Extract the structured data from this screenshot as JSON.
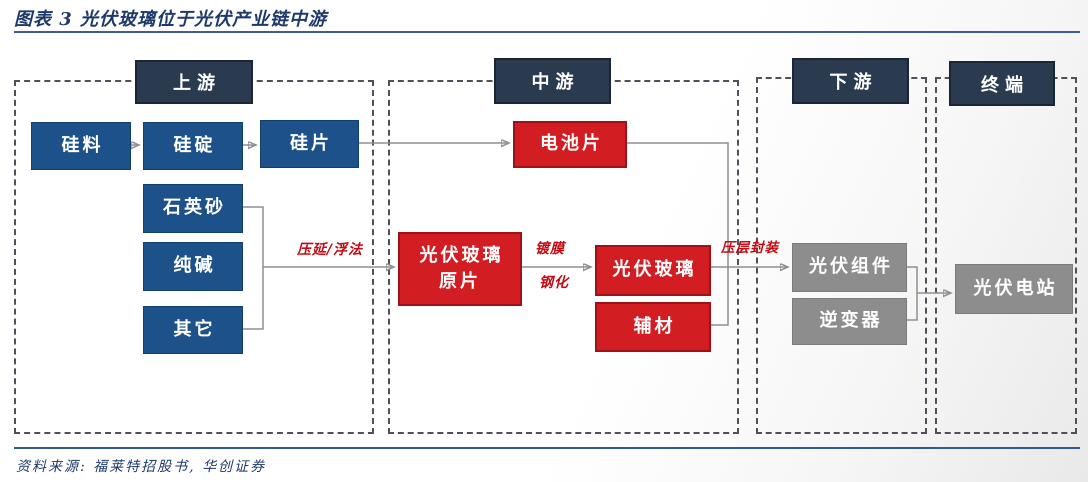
{
  "figure": {
    "title": "图表 3  光伏玻璃位于光伏产业链中游",
    "source": "资料来源: 福莱特招股书, 华创证券"
  },
  "headers": {
    "upstream": "上游",
    "midstream": "中游",
    "downstream": "下游",
    "terminal": "终端"
  },
  "nodes": {
    "silicon_material": "硅料",
    "silicon_ingot": "硅碇",
    "silicon_wafer": "硅片",
    "quartz_sand": "石英砂",
    "soda_ash": "纯碱",
    "others": "其它",
    "solar_cell": "电池片",
    "pv_glass_raw": "光伏玻璃\n原片",
    "pv_glass": "光伏玻璃",
    "aux_material": "辅材",
    "pv_module": "光伏组件",
    "inverter": "逆变器",
    "pv_station": "光伏电站"
  },
  "process_labels": {
    "calender_float": "压延/浮法",
    "coating": "镀膜",
    "tempering": "钢化",
    "lamination": "压层封装"
  },
  "colors": {
    "header_box": "#2a3a4f",
    "blue_box": "#1c5189",
    "red_box": "#d21d23",
    "gray_box": "#8d8d8d",
    "process_text": "#c40a12",
    "title_text": "#1d3a6b",
    "connector": "#8f8f8f"
  }
}
